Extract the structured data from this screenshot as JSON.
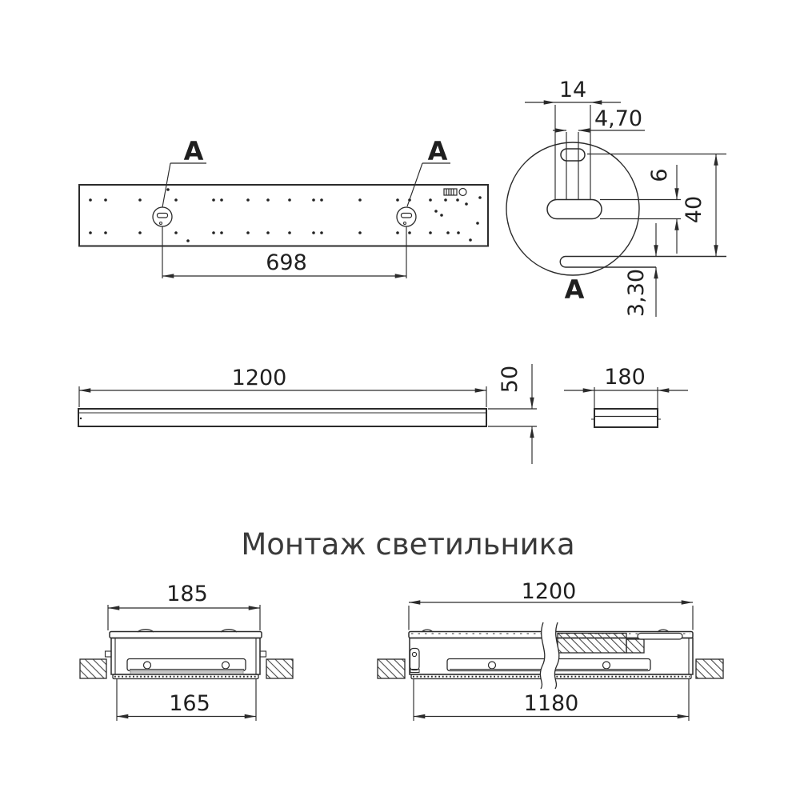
{
  "title": {
    "text": "Монтаж светильника"
  },
  "colors": {
    "line": "#2b2b2b",
    "text": "#1f1f1f",
    "title_text": "#3a3a3a",
    "hatch": "#4a4a4a",
    "gray_strip": "#c9c9c9",
    "background": "#ffffff"
  },
  "top_view": {
    "detail_label_left": "A",
    "detail_label_right": "A",
    "dim_mount_spacing": "698"
  },
  "detail_view": {
    "label": "A",
    "dim_head_width": "14",
    "dim_slot_width": "4,70",
    "dim_slot_height": "6",
    "dim_vertical_offset": "40",
    "dim_lower_slot_height": "3,30"
  },
  "side_view": {
    "dim_length": "1200",
    "dim_height": "50"
  },
  "end_view": {
    "dim_width": "180"
  },
  "mounting_cross_section": {
    "dim_overall_width": "185",
    "dim_cutout_width": "165"
  },
  "mounting_long_section": {
    "dim_overall_length": "1200",
    "dim_cutout_length": "1180"
  }
}
